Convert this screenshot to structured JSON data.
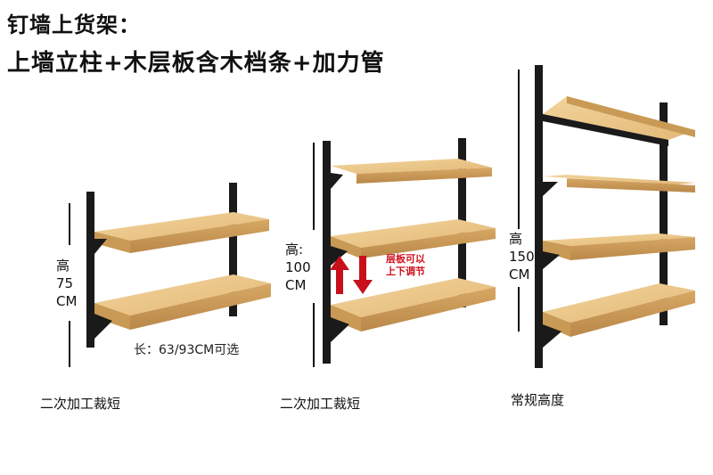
{
  "header": {
    "line1": "钉墙上货架：",
    "line2": "上墙立柱+木层板含木档条+加力管"
  },
  "shelves": [
    {
      "height_label": "高\n75\nCM",
      "caption": "二次加工裁短"
    },
    {
      "height_label": "高:\n100\nCM",
      "caption": "二次加工裁短"
    },
    {
      "height_label": "高\n150\nCM",
      "caption": "常规高度"
    }
  ],
  "length_note": "长：63/93CM可选",
  "adjust_note": "层板可以\n上下调节",
  "colors": {
    "upright": "#1a1a1a",
    "wood": "#e8c283",
    "wood_edge": "#c99a55",
    "arrow_up": "#c8101c",
    "arrow_down": "#c8101c"
  }
}
